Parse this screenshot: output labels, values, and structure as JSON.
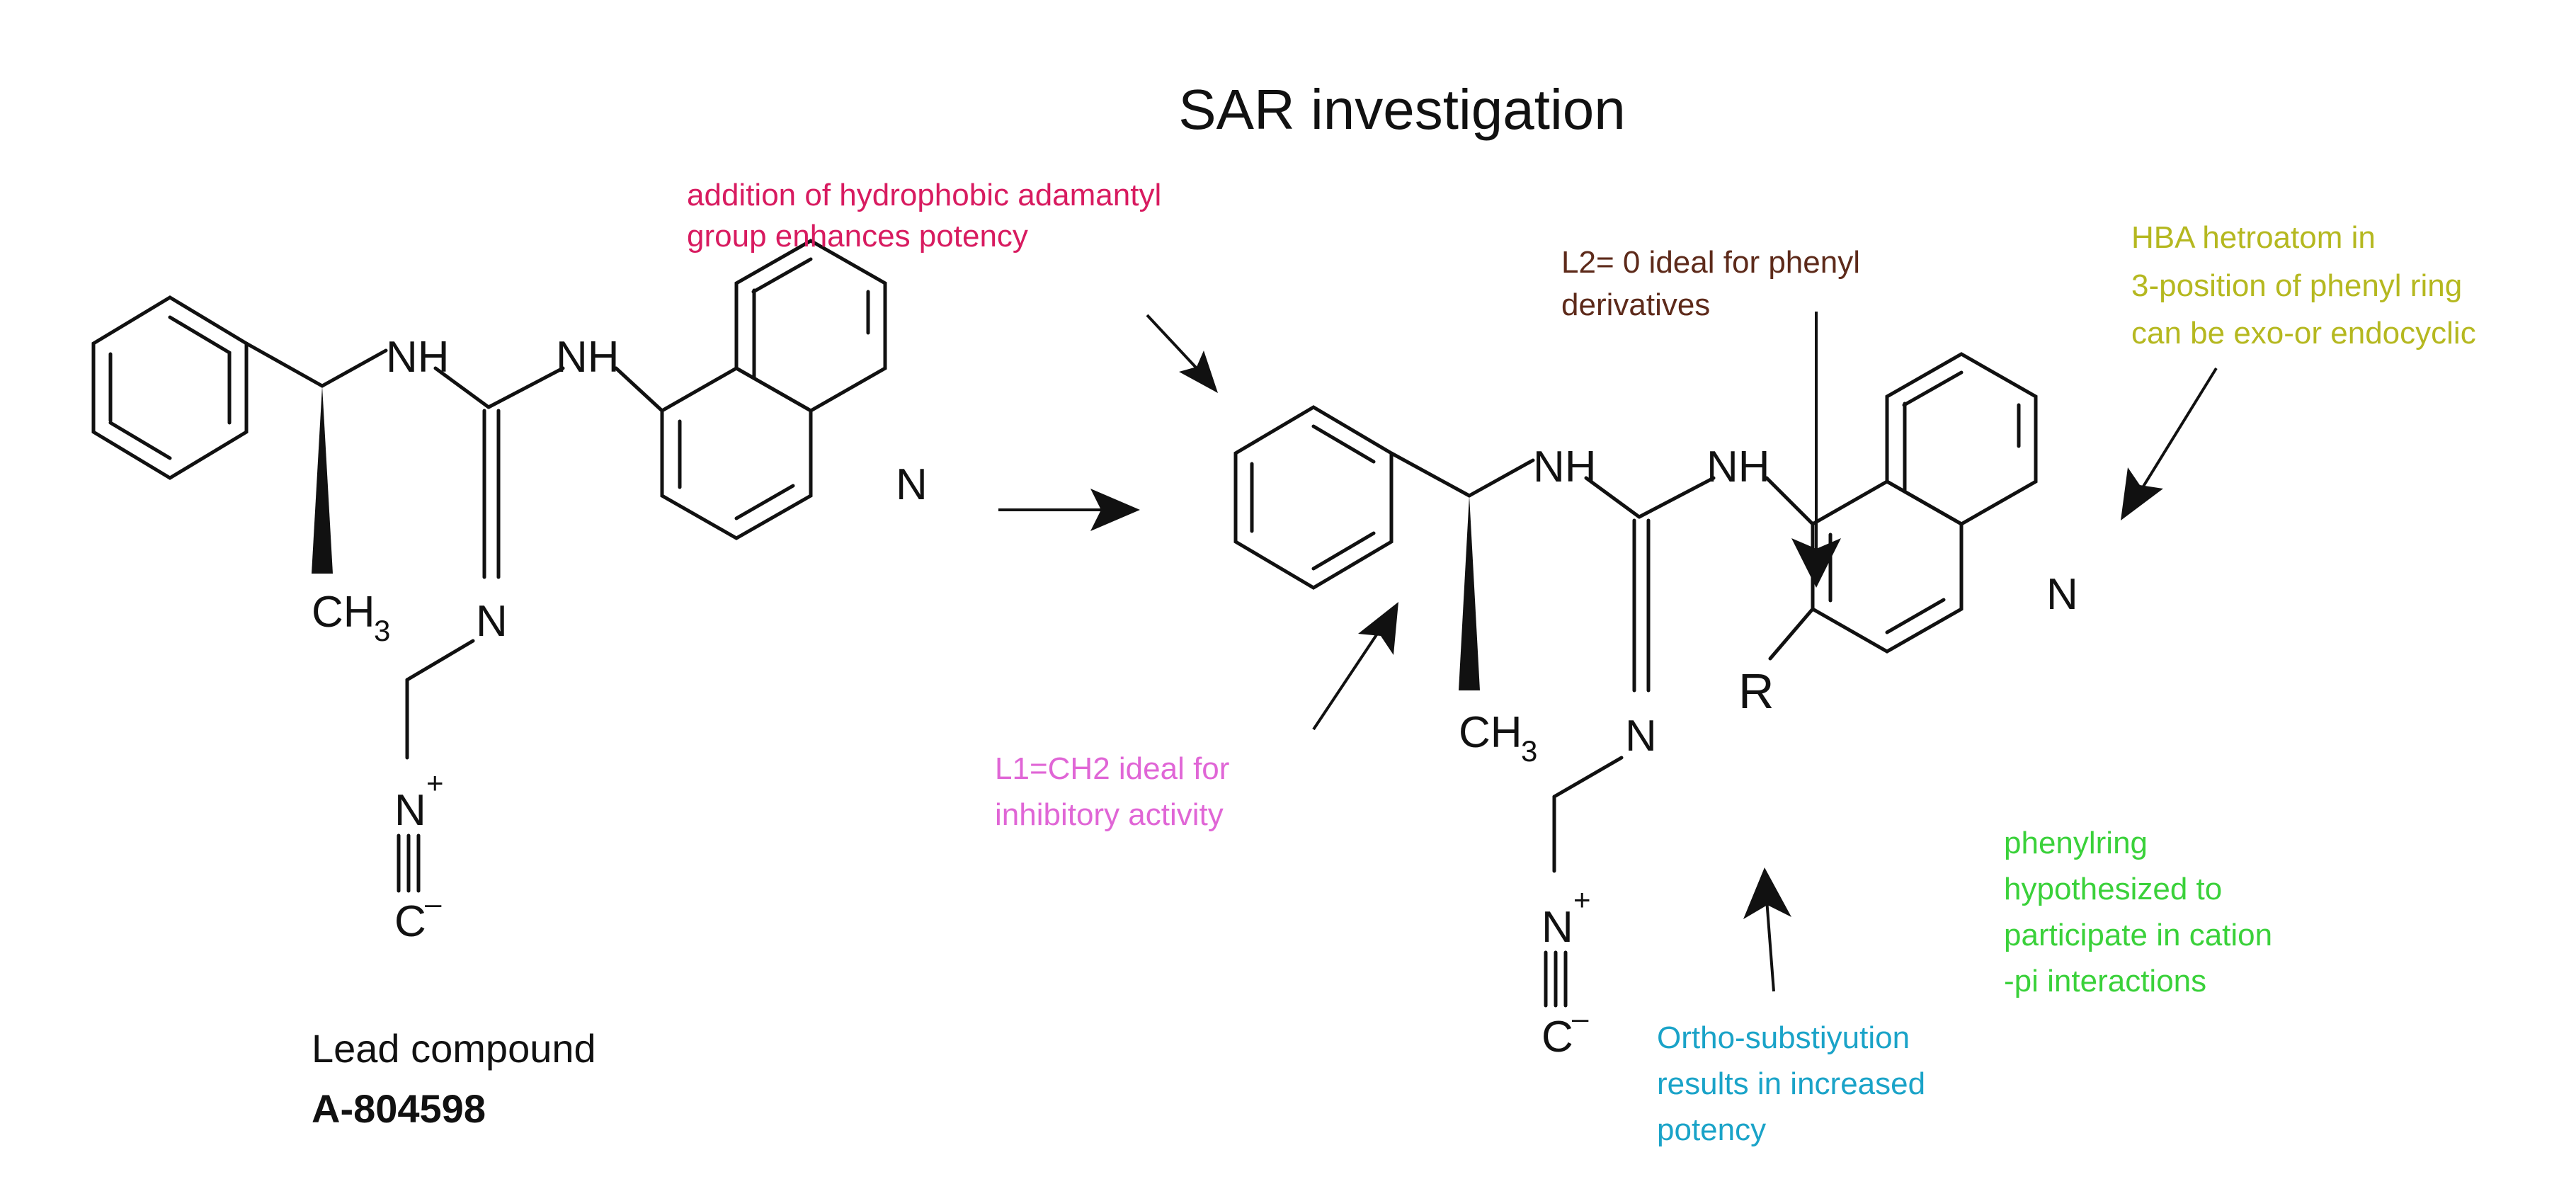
{
  "title": "SAR investigation",
  "lead": {
    "label": "Lead compound",
    "code": "A-804598"
  },
  "atoms": {
    "nh": "NH",
    "n": "N",
    "ch": "CH",
    "three": "3",
    "c": "C",
    "plus": "+",
    "minus": "–",
    "r": "R"
  },
  "annotations": {
    "adamantyl": {
      "lines": [
        "addition of hydrophobic adamantyl",
        "group enhances potency"
      ],
      "color": "#d81b60"
    },
    "l2": {
      "lines": [
        "L2= 0 ideal for phenyl",
        "derivatives"
      ],
      "color": "#5d2a1a"
    },
    "hba": {
      "lines": [
        "HBA hetroatom in",
        "3-position of phenyl ring",
        "can be exo-or endocyclic"
      ],
      "color": "#b5b820"
    },
    "l1": {
      "lines": [
        "L1=CH2 ideal for",
        "inhibitory activity"
      ],
      "color": "#e066d6"
    },
    "phenylring": {
      "lines": [
        "phenylring",
        "hypothesized to",
        "participate in cation",
        "-pi interactions"
      ],
      "color": "#3ad13a"
    },
    "ortho": {
      "lines": [
        "Ortho-substiyution",
        "results in increased",
        "potency"
      ],
      "color": "#1aa3c8"
    }
  }
}
